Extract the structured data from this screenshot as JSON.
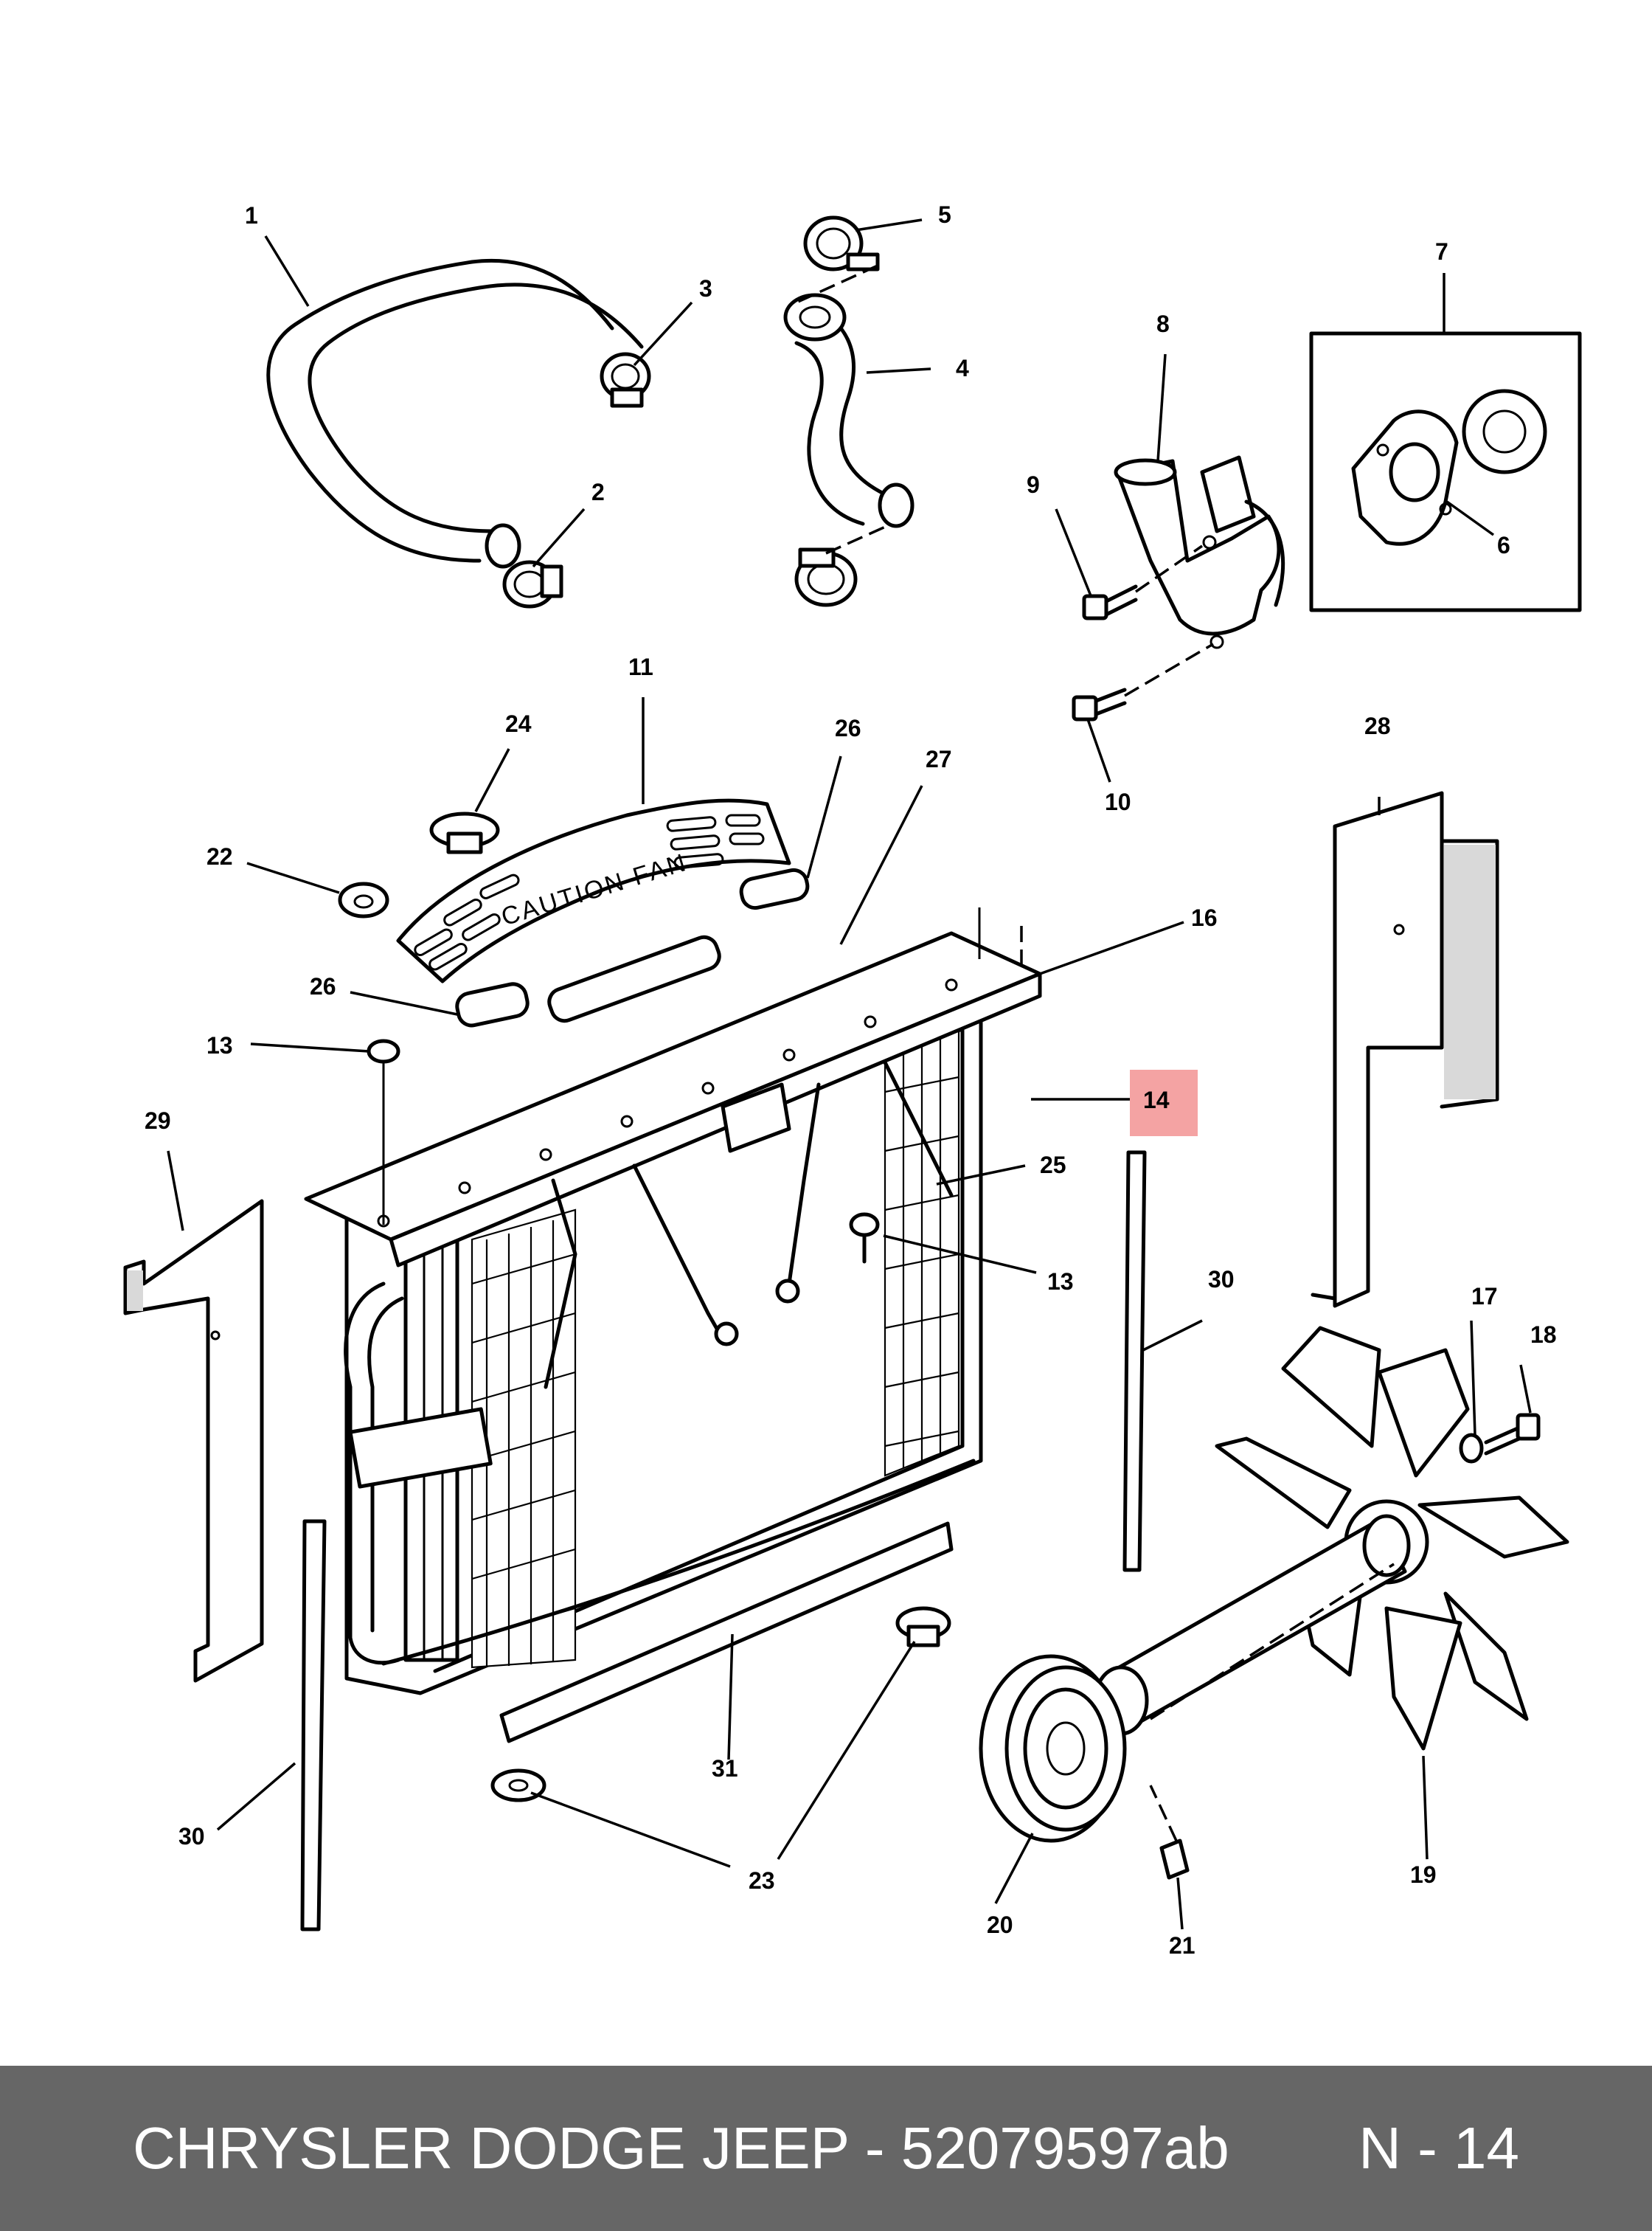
{
  "diagram": {
    "callouts": {
      "n1": "1",
      "n2": "2",
      "n3": "3",
      "n4": "4",
      "n5": "5",
      "n6": "6",
      "n7": "7",
      "n8": "8",
      "n9": "9",
      "n10": "10",
      "n11": "11",
      "n12": "13",
      "n13": "13",
      "n14": "14",
      "n16": "16",
      "n17": "17",
      "n18": "18",
      "n19": "19",
      "n20": "20",
      "n21": "21",
      "n22": "22",
      "n23": "23",
      "n24": "24",
      "n25": "25",
      "n26a": "26",
      "n26b": "26",
      "n27": "27",
      "n28": "28",
      "n29": "29",
      "n30a": "30",
      "n30b": "30",
      "n31": "31"
    },
    "shroud_text": "CAUTION FAN",
    "highlight_color": "#f4a3a3"
  },
  "footer": {
    "text": "CHRYSLER DODGE JEEP - 52079597ab",
    "page": "N - 14",
    "background": "#666666"
  }
}
